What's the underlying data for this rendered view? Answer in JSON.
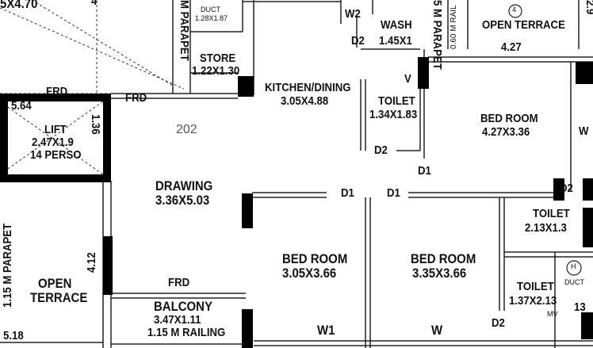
{
  "plan": {
    "flat_number": "202",
    "top_left_dim": "5X4.70",
    "top_small": "4",
    "rooms": {
      "store": {
        "name": "STORE",
        "dims": "1.22X1.30"
      },
      "kitchen": {
        "name": "KITCHEN/DINING",
        "dims": "3.05X4.88"
      },
      "wash": {
        "name": "WASH",
        "dims": "1.45X1"
      },
      "toilet_1": {
        "name": "TOILET",
        "dims": "1.34X1.83"
      },
      "bedroom_1": {
        "name": "BED ROOM",
        "dims": "4.27X3.36"
      },
      "drawing": {
        "name": "DRAWING",
        "dims": "3.36X5.03"
      },
      "lift": {
        "name": "LIFT",
        "dims": "2.47X1.9",
        "capacity": "14 PERSO",
        "side": "1.36"
      },
      "bedroom_2": {
        "name": "BED ROOM",
        "dims": "3.05X3.66"
      },
      "bedroom_3": {
        "name": "BED ROOM",
        "dims": "3.35X3.66"
      },
      "toilet_2": {
        "name": "TOILET",
        "dims": "2.13X1.3"
      },
      "toilet_3": {
        "name": "TOILET",
        "dims": "1.37X2.13"
      },
      "balcony": {
        "name": "BALCONY",
        "dims": "3.47X1.11",
        "railing": "1.15 M RAILING"
      },
      "open_terrace_left": {
        "name": "OPEN",
        "name2": "TERRACE"
      },
      "open_terrace_right": {
        "name": "OPEN TERRACE",
        "dims": "4.27",
        "marker": "4"
      }
    },
    "duct_top": {
      "name": "DUCT",
      "dims": "1.28X1.87"
    },
    "duct_right": {
      "name": "DUCT",
      "marker": "H"
    },
    "parapets": {
      "top": "M PARAPET",
      "right_top": "5 M PARAPET",
      "left": "1.15 M PARAPET",
      "small_rail": "0.60 M RAIL"
    },
    "frd_labels": [
      "FRD",
      "FRD",
      "FRD"
    ],
    "doors": {
      "w2": "W2",
      "d2_wash": "D2",
      "v": "V",
      "d2_toilet": "D2",
      "d1_bed1": "D1",
      "d1_a": "D1",
      "d1_b": "D1",
      "d2_right": "D2",
      "w1": "W1",
      "w_bottom": "W",
      "d2_bottom": "D2",
      "w_right": "W",
      "mv": "MV"
    },
    "dims": {
      "left_564": "5.64",
      "left_412": "4.12",
      "bottom_518": "5.18",
      "top_right": "2.9",
      "right_13": "13"
    }
  }
}
